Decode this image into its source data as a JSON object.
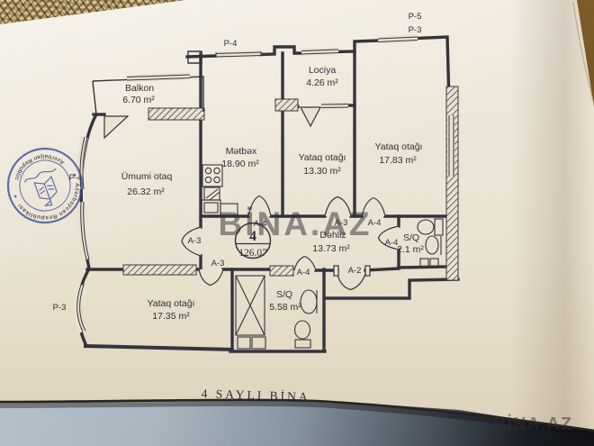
{
  "plan": {
    "building_title": "4 SAYLI BİNA",
    "unit_badge": {
      "number": "4",
      "total_area": "126.07"
    },
    "rooms": [
      {
        "name": "Balkon",
        "area": "6.70 m²"
      },
      {
        "name": "Ümumi otaq",
        "area": "26.32 m²"
      },
      {
        "name": "Mətbəx",
        "area": "18.90 m²"
      },
      {
        "name": "Lociya",
        "area": "4.26 m²"
      },
      {
        "name": "Yataq otağı",
        "area": "13.30 m²"
      },
      {
        "name": "Yataq otağı",
        "area": "17.83 m²"
      },
      {
        "name": "Dəhliz",
        "area": "13.73 m²"
      },
      {
        "name": "S/Q",
        "area": "2.1 m²"
      },
      {
        "name": "Yataq otağı",
        "area": "17.35 m²"
      },
      {
        "name": "S/Q",
        "area": "5.58 m²"
      }
    ],
    "panel_labels": [
      {
        "text": "P-4"
      },
      {
        "text": "P-5"
      },
      {
        "text": "P-3"
      },
      {
        "text": "P-4"
      },
      {
        "text": "P-3"
      }
    ],
    "opening_labels": [
      {
        "text": "A-4"
      },
      {
        "text": "A-3"
      },
      {
        "text": "A-3"
      },
      {
        "text": "A-4"
      },
      {
        "text": "A-4"
      },
      {
        "text": "A-2"
      },
      {
        "text": "A-4"
      },
      {
        "text": "A-3"
      }
    ]
  },
  "stamp": {
    "ring_text_primary": "Azərbaycan Respublikası",
    "ring_text_secondary": "Azerbaijan Republic"
  },
  "watermark": {
    "center": "BİNA.AZ",
    "corner": "BİNA.AZ"
  },
  "colors": {
    "ink": "#34343b",
    "stamp_blue": "#3a4a9c",
    "paper": "#eae2d1"
  }
}
